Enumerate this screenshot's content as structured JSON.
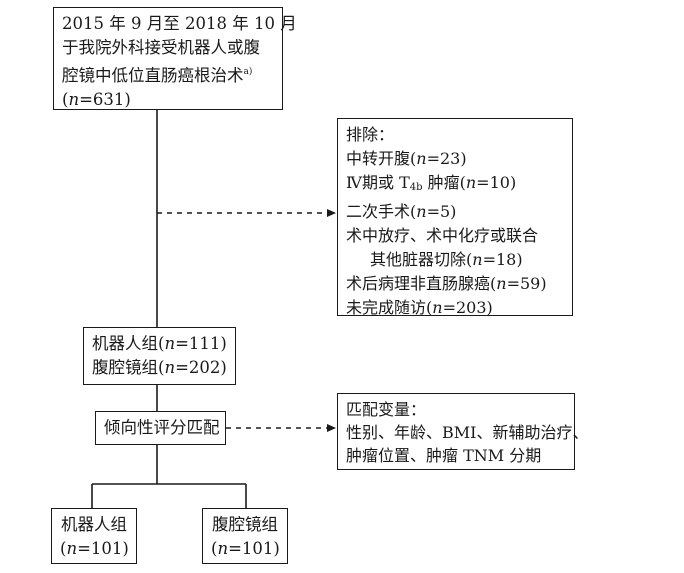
{
  "top_box": {
    "lines": [
      "2015 年 9 月至 2018 年 10 月",
      "于我院外科接受机器人或腹",
      "腔镜中低位直肠癌根治术"
    ],
    "footnote_mark": "a)",
    "n_label": "n",
    "n_value": "=631"
  },
  "exclusion_box": {
    "title": "排除：",
    "items": [
      {
        "text": "中转开腹",
        "n_value": "=23"
      },
      {
        "text_before": "Ⅳ期或 T",
        "subscript": "4b",
        "text_after": " 肿瘤",
        "n_value": "=10"
      },
      {
        "text": "二次手术",
        "n_value": "=5"
      },
      {
        "line1": "术中放疗、术中化疗或联合",
        "line2": "其他脏器切除",
        "n_value": "=18"
      },
      {
        "text": "术后病理非直肠腺癌",
        "n_value": "=59"
      },
      {
        "text": "未完成随访",
        "n_value": "=203"
      }
    ]
  },
  "groups_box": {
    "items": [
      {
        "text": "机器人组",
        "n_value": "=111"
      },
      {
        "text": "腹腔镜组",
        "n_value": "=202"
      }
    ]
  },
  "psm_box": {
    "label": "倾向性评分匹配"
  },
  "variables_box": {
    "title": "匹配变量：",
    "lines": [
      "性别、年龄、BMI、新辅助治疗、",
      "肿瘤位置、肿瘤 TNM 分期"
    ]
  },
  "robot_final": {
    "label": "机器人组",
    "n_value": "=101"
  },
  "lap_final": {
    "label": "腹腔镜组",
    "n_value": "=101"
  }
}
